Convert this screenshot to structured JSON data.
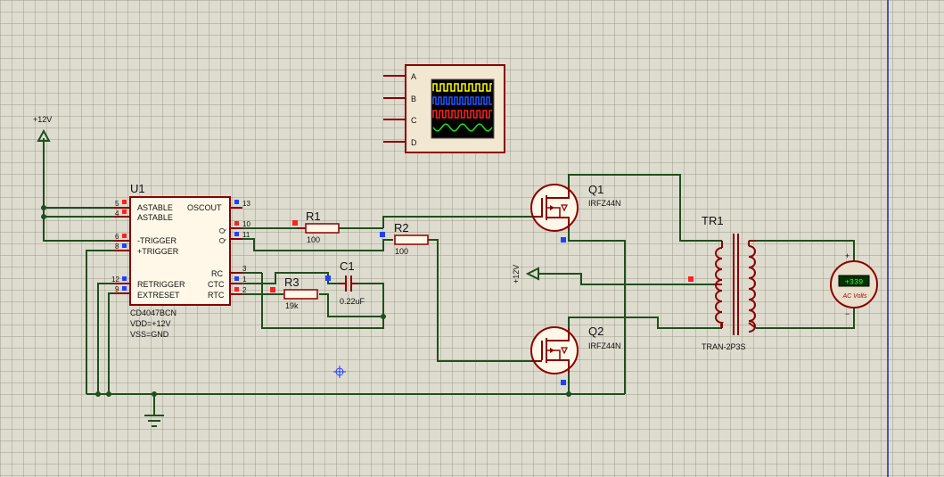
{
  "power": {
    "label_left": "+12V",
    "label_right": "+12V"
  },
  "u1": {
    "ref": "U1",
    "part": "CD4047BCN",
    "vdd": "VDD=+12V",
    "vss": "VSS=GND",
    "pins_left": [
      {
        "num": "5",
        "name": "ASTABLE"
      },
      {
        "num": "4",
        "name": "ASTABLE"
      },
      {
        "num": "6",
        "name": "-TRIGGER"
      },
      {
        "num": "8",
        "name": "+TRIGGER"
      },
      {
        "num": "12",
        "name": "RETRIGGER"
      },
      {
        "num": "9",
        "name": "EXTRESET"
      }
    ],
    "pins_right": [
      {
        "num": "13",
        "name": "OSCOUT"
      },
      {
        "num": "10",
        "name": "Q"
      },
      {
        "num": "11",
        "name": "Q"
      },
      {
        "num": "3",
        "name": "RC"
      },
      {
        "num": "1",
        "name": "CTC"
      },
      {
        "num": "2",
        "name": "RTC"
      }
    ]
  },
  "r1": {
    "ref": "R1",
    "value": "100"
  },
  "r2": {
    "ref": "R2",
    "value": "100"
  },
  "r3": {
    "ref": "R3",
    "value": "19k"
  },
  "c1": {
    "ref": "C1",
    "value": "0.22uF"
  },
  "q1": {
    "ref": "Q1",
    "part": "IRFZ44N"
  },
  "q2": {
    "ref": "Q2",
    "part": "IRFZ44N"
  },
  "tr1": {
    "ref": "TR1",
    "part": "TRAN-2P3S"
  },
  "scope": {
    "channels": [
      "A",
      "B",
      "C",
      "D"
    ],
    "trace_colors": [
      "#ffff00",
      "#2255ff",
      "#ff2020",
      "#20e020"
    ]
  },
  "voltmeter": {
    "reading": "+339",
    "label": "AC Volts",
    "plus": "+",
    "minus": "−"
  },
  "colors": {
    "wire": "#1f4f1f",
    "component": "#8b0000",
    "pin_red": "#ff2020",
    "pin_blue": "#2040ff"
  }
}
